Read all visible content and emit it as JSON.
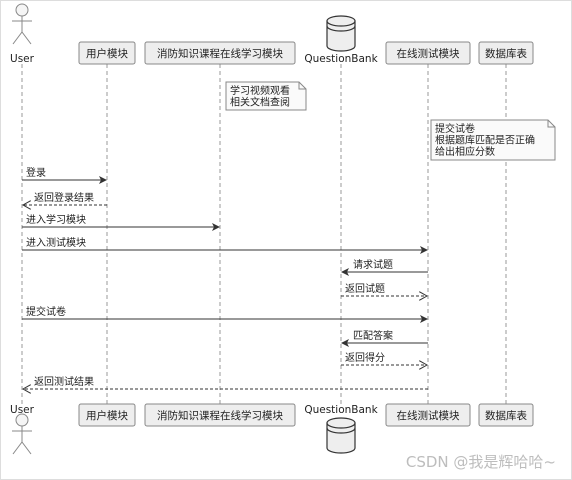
{
  "participants": [
    {
      "id": "user",
      "label": "User",
      "kind": "actor"
    },
    {
      "id": "user_module",
      "label": "用户模块",
      "kind": "participant"
    },
    {
      "id": "learning",
      "label": "消防知识课程在线学习模块",
      "kind": "participant"
    },
    {
      "id": "qbank",
      "label": "QuestionBank",
      "kind": "database"
    },
    {
      "id": "test",
      "label": "在线测试模块",
      "kind": "participant"
    },
    {
      "id": "db_table",
      "label": "数据库表",
      "kind": "participant"
    }
  ],
  "notes": [
    {
      "lines": [
        "学习视频观看",
        "相关文档查阅"
      ]
    },
    {
      "lines": [
        "提交试卷",
        "根据题库匹配是否正确",
        "给出相应分数"
      ]
    }
  ],
  "messages": [
    {
      "from": "user",
      "to": "user_module",
      "label": "登录",
      "style": "solid"
    },
    {
      "from": "user_module",
      "to": "user",
      "label": "返回登录结果",
      "style": "dashed"
    },
    {
      "from": "user",
      "to": "learning",
      "label": "进入学习模块",
      "style": "solid"
    },
    {
      "from": "user",
      "to": "test",
      "label": "进入测试模块",
      "style": "solid"
    },
    {
      "from": "test",
      "to": "qbank",
      "label": "请求试题",
      "style": "solid"
    },
    {
      "from": "qbank",
      "to": "test",
      "label": "返回试题",
      "style": "dashed"
    },
    {
      "from": "user",
      "to": "test",
      "label": "提交试卷",
      "style": "solid"
    },
    {
      "from": "test",
      "to": "qbank",
      "label": "匹配答案",
      "style": "solid"
    },
    {
      "from": "qbank",
      "to": "test",
      "label": "返回得分",
      "style": "dashed"
    },
    {
      "from": "test",
      "to": "user",
      "label": "返回测试结果",
      "style": "dashed"
    }
  ],
  "watermark": "CSDN @我是辉哈哈~",
  "colors": {
    "box_fill": "#eeeeee",
    "box_stroke": "#888888",
    "note_fill": "#fafafa",
    "line": "#333333",
    "lifeline": "#999999"
  }
}
